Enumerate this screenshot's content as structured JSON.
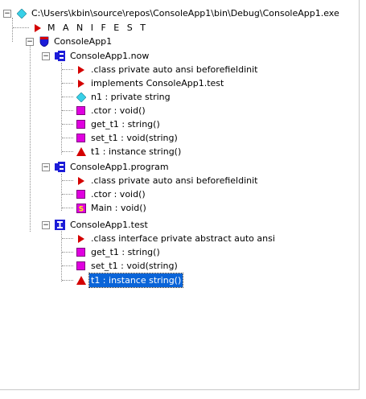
{
  "tree": {
    "root": {
      "label": "C:\\Users\\kbin\\source\\repos\\ConsoleApp1\\bin\\Debug\\ConsoleApp1.exe",
      "expander": "−",
      "icon": "diamond-icon"
    },
    "manifest": {
      "label": "M A N I F E S T",
      "icon": "red-arrow-icon"
    },
    "assembly": {
      "label": "ConsoleApp1",
      "expander": "−",
      "icon": "namespace-shield-icon"
    },
    "classes": [
      {
        "label": "ConsoleApp1.now",
        "expander": "−",
        "icon": "class-icon",
        "children": [
          {
            "label": ".class private auto ansi beforefieldinit",
            "icon": "red-arrow-icon"
          },
          {
            "label": "implements ConsoleApp1.test",
            "icon": "red-arrow-icon"
          },
          {
            "label": "n1 : private string",
            "icon": "field-diamond-icon"
          },
          {
            "label": ".ctor : void()",
            "icon": "method-icon"
          },
          {
            "label": "get_t1 : string()",
            "icon": "method-icon"
          },
          {
            "label": "set_t1 : void(string)",
            "icon": "method-icon"
          },
          {
            "label": "t1 : instance string()",
            "icon": "property-triangle-icon"
          }
        ]
      },
      {
        "label": "ConsoleApp1.program",
        "expander": "−",
        "icon": "class-icon",
        "children": [
          {
            "label": ".class private auto ansi beforefieldinit",
            "icon": "red-arrow-icon"
          },
          {
            "label": ".ctor : void()",
            "icon": "method-icon"
          },
          {
            "label": "Main : void()",
            "icon": "static-method-icon"
          }
        ]
      },
      {
        "label": "ConsoleApp1.test",
        "expander": "−",
        "icon": "interface-icon",
        "children": [
          {
            "label": ".class interface private abstract auto ansi",
            "icon": "red-arrow-icon"
          },
          {
            "label": "get_t1 : string()",
            "icon": "method-icon"
          },
          {
            "label": "set_t1 : void(string)",
            "icon": "method-icon"
          },
          {
            "label": "t1 : instance string()",
            "icon": "property-triangle-icon",
            "selected": true
          }
        ]
      }
    ],
    "colors": {
      "selection": "#0a64d8",
      "accent_red": "#d40000",
      "method_magenta": "#e000e0",
      "class_blue": "#1c1cd8",
      "field_cyan": "#38d0e8"
    }
  }
}
